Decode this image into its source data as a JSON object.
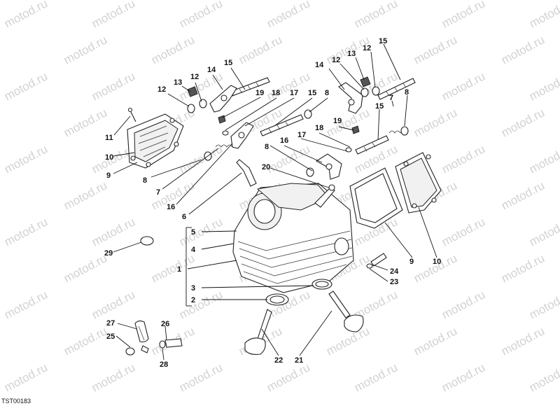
{
  "watermark": "motod.ru",
  "drawing_code": "TST00183",
  "labels": [
    "1",
    "2",
    "3",
    "4",
    "5",
    "6",
    "7",
    "8",
    "9",
    "10",
    "11",
    "12",
    "13",
    "14",
    "15",
    "16",
    "17",
    "18",
    "19",
    "20",
    "21",
    "22",
    "23",
    "24",
    "25",
    "26",
    "27",
    "28",
    "29"
  ]
}
